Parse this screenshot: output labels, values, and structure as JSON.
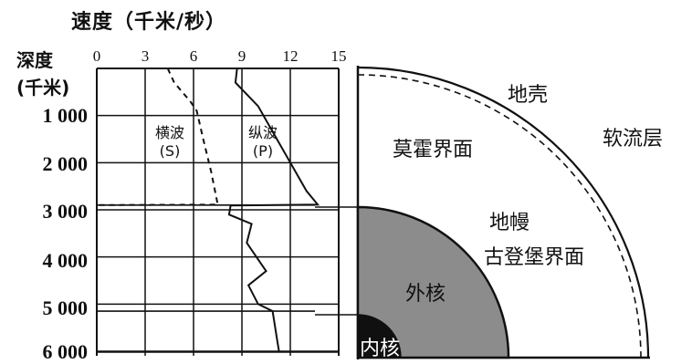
{
  "chart": {
    "title": "速度（千米/秒）",
    "y_title_line1": "深度",
    "y_title_line2": "(千米)",
    "x_ticks": [
      "0",
      "3",
      "6",
      "9",
      "12",
      "15"
    ],
    "y_ticks": [
      "1 000",
      "2 000",
      "3 000",
      "4 000",
      "5 000",
      "6 000"
    ],
    "s_wave_label": "横波",
    "s_wave_abbr": "(S)",
    "p_wave_label": "纵波",
    "p_wave_abbr": "(P)"
  },
  "chart_data": {
    "type": "line",
    "xlabel": "速度（千米/秒）",
    "ylabel": "深度(千米)",
    "xlim": [
      0,
      15
    ],
    "ylim": [
      6000,
      0
    ],
    "series": [
      {
        "name": "横波(S)",
        "style": "dashed",
        "points": [
          [
            4.4,
            0
          ],
          [
            4.8,
            300
          ],
          [
            5.8,
            700
          ],
          [
            6.2,
            900
          ],
          [
            6.6,
            1500
          ],
          [
            7.1,
            2200
          ],
          [
            7.5,
            2890
          ],
          [
            0,
            2900
          ]
        ]
      },
      {
        "name": "纵波(P)",
        "style": "solid",
        "points": [
          [
            8.7,
            0
          ],
          [
            8.6,
            300
          ],
          [
            10.0,
            800
          ],
          [
            11.0,
            1400
          ],
          [
            12.0,
            2000
          ],
          [
            13.0,
            2600
          ],
          [
            13.7,
            2890
          ],
          [
            8.3,
            2910
          ],
          [
            8.2,
            3100
          ],
          [
            9.6,
            3300
          ],
          [
            9.3,
            3700
          ],
          [
            10.5,
            4300
          ],
          [
            9.4,
            4600
          ],
          [
            10.0,
            5000
          ],
          [
            10.9,
            5150
          ],
          [
            11.2,
            5800
          ],
          [
            11.3,
            6000
          ]
        ]
      }
    ],
    "boundaries_km": [
      2900,
      5150
    ],
    "grid": true
  },
  "cross_section": {
    "crust": "地壳",
    "moho": "莫霍界面",
    "asthenosphere": "软流层",
    "mantle": "地幔",
    "gutenberg": "古登堡界面",
    "outer_core": "外核",
    "inner_core": "内核",
    "colors": {
      "outer_core": "#8c8c8c",
      "inner_core": "#101010"
    }
  }
}
